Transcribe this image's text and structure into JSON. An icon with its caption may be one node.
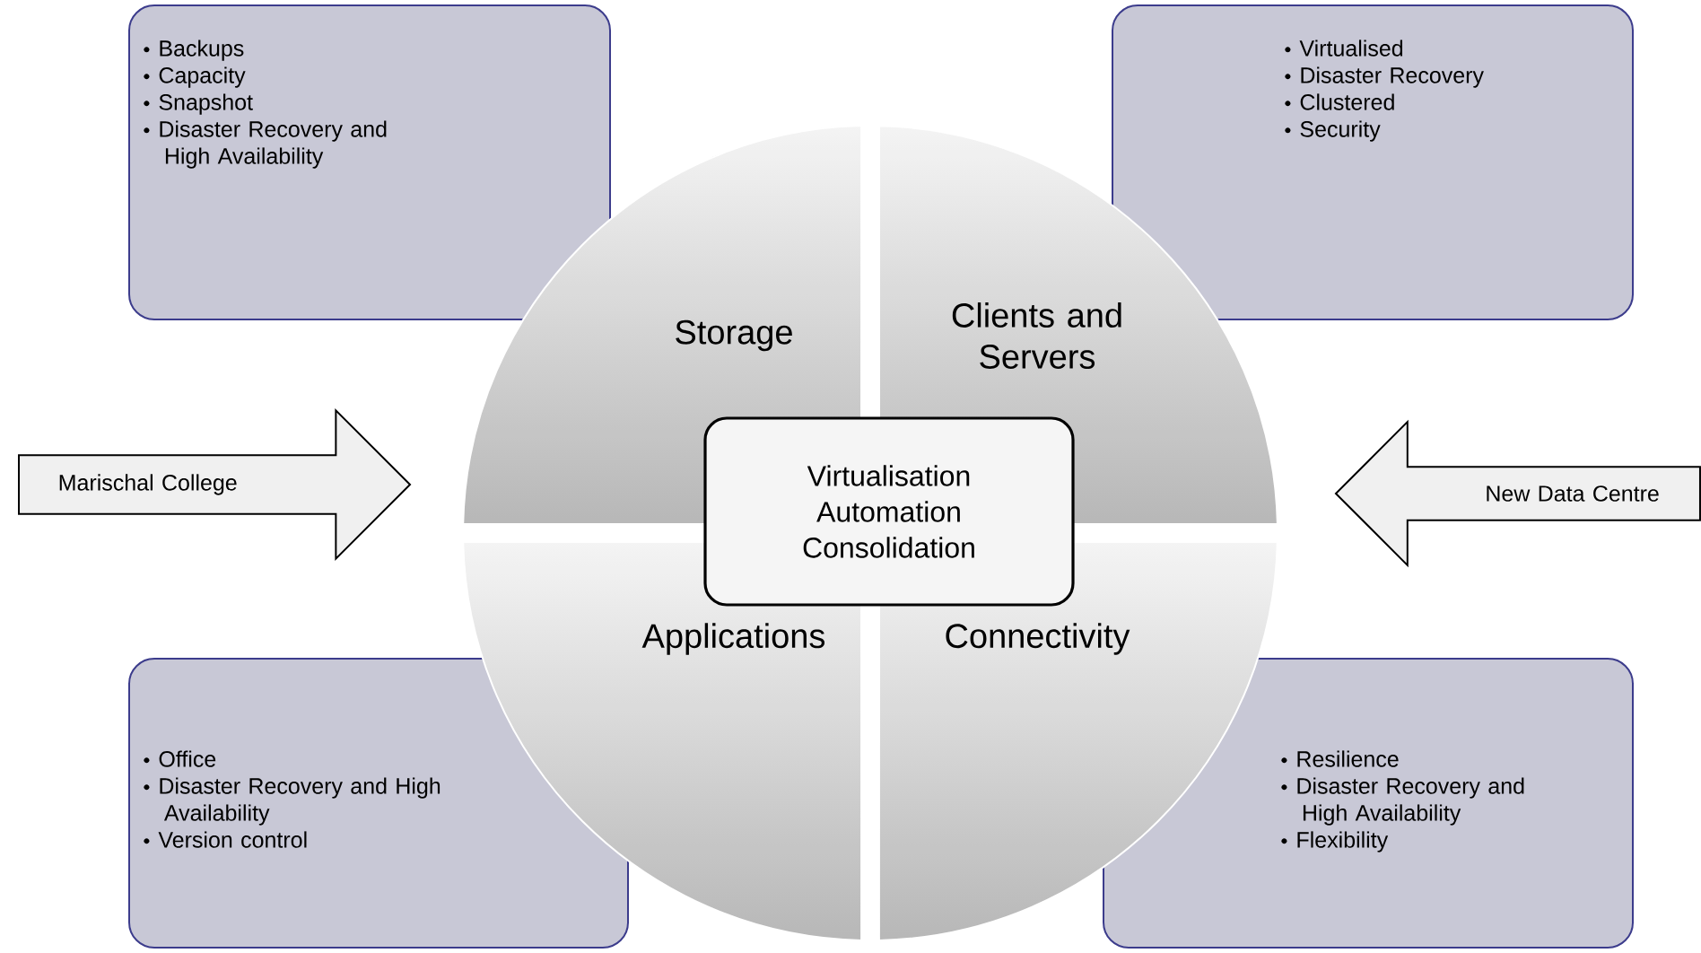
{
  "diagram": {
    "nodes": [
      {
        "text": [
          "Backups",
          "Capacity",
          "Snapshot",
          "Disaster Recovery and High Availability"
        ]
      },
      {
        "text": [
          "Virtualised",
          "Disaster Recovery",
          "Clustered",
          "Security"
        ]
      },
      {
        "text": [
          "Marischal College"
        ]
      },
      {
        "text": [
          "Storage"
        ]
      },
      {
        "text": [
          "Clients and Servers"
        ]
      },
      {
        "text": [
          "Virtualisation",
          "Automation",
          "Consolidation"
        ]
      },
      {
        "text": [
          "Applications"
        ]
      },
      {
        "text": [
          "Connectivity"
        ]
      },
      {
        "text": [
          "New Data Centre"
        ]
      },
      {
        "text": [
          "Office",
          "Disaster Recovery and High Availability",
          "Version control"
        ]
      },
      {
        "text": [
          "Resilience",
          "Disaster Recovery and High Availability",
          "Flexibility"
        ]
      }
    ]
  }
}
